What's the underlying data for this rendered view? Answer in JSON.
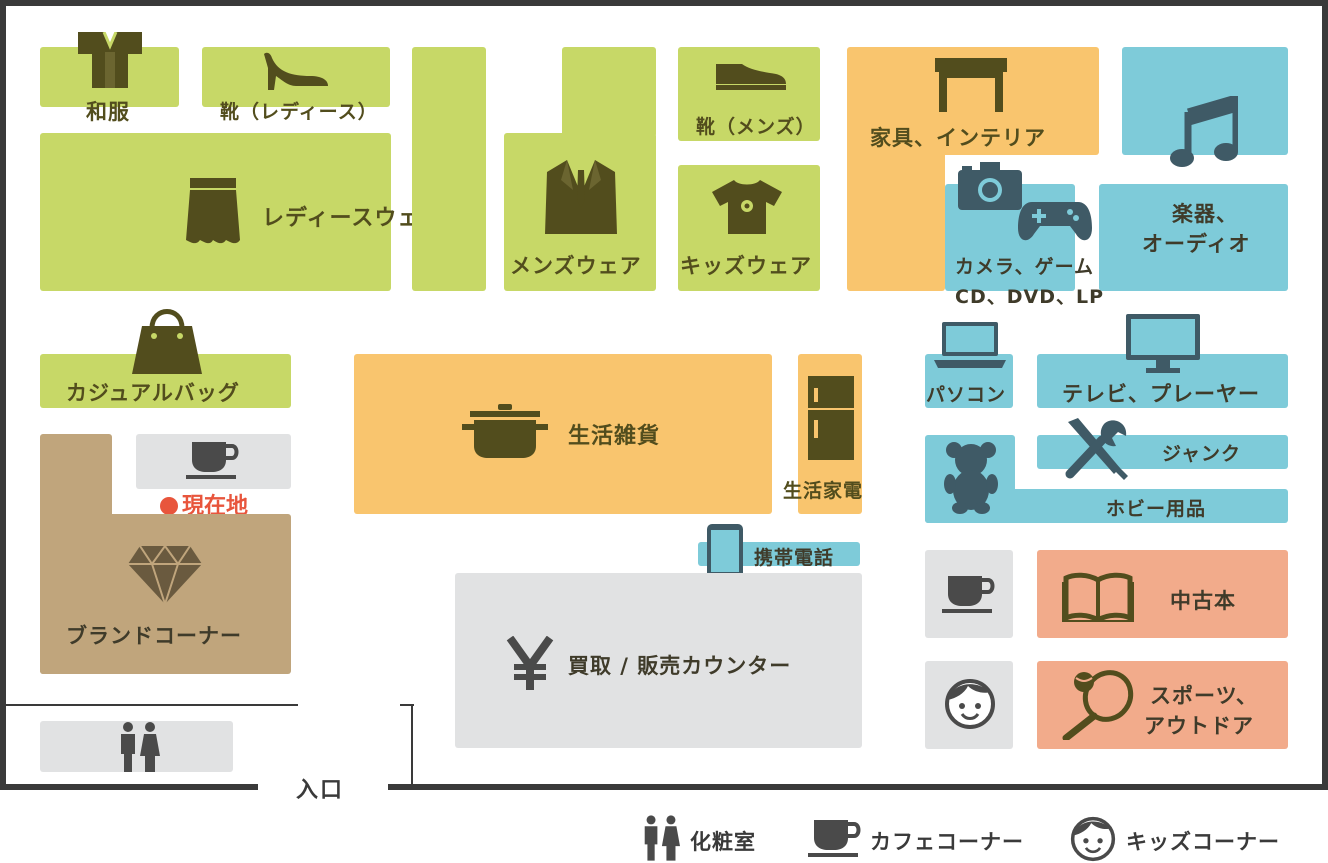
{
  "areas": {
    "wafuku": "和服",
    "shoes_ladies": "靴（レディース）",
    "shoes_mens": "靴（メンズ）",
    "ladies_wear": "レディースウェア",
    "mens_wear": "メンズウェア",
    "kids_wear": "キッズウェア",
    "furniture": "家具、インテリア",
    "instruments": [
      "楽器、",
      "オーディオ"
    ],
    "camera_game": [
      "カメラ、ゲーム",
      "CD、DVD、LP"
    ],
    "casual_bag": "カジュアルバッグ",
    "daily_goods": "生活雑貨",
    "appliances": "生活家電",
    "pc": "パソコン",
    "tv": "テレビ、プレーヤー",
    "junk": "ジャンク",
    "hobby": "ホビー用品",
    "mobile": "携帯電話",
    "counter": "買取 / 販売カウンター",
    "brand": "ブランドコーナー",
    "used_books": "中古本",
    "sports": [
      "スポーツ、",
      "アウトドア"
    ]
  },
  "current_location": "現在地",
  "entrance": "入口",
  "legend": {
    "restroom": "化粧室",
    "cafe": "カフェコーナー",
    "kids": "キッズコーナー"
  },
  "colors": {
    "fashion": "#c7d867",
    "home": "#f9c56e",
    "electronics": "#7ecbd9",
    "leisure": "#f2ab8b",
    "service": "#e1e2e3",
    "brand": "#c0a57c",
    "current_location": "#e8553c"
  },
  "icons": [
    "kimono-icon",
    "high-heel-icon",
    "mens-shoe-icon",
    "skirt-icon",
    "suit-icon",
    "tshirt-icon",
    "table-icon",
    "music-note-icon",
    "camera-icon",
    "gamepad-icon",
    "handbag-icon",
    "pot-icon",
    "fridge-icon",
    "laptop-icon",
    "monitor-icon",
    "tools-icon",
    "teddy-bear-icon",
    "smartphone-icon",
    "yen-icon",
    "diamond-icon",
    "book-icon",
    "racket-icon",
    "coffee-cup-icon",
    "kid-face-icon",
    "restroom-icon"
  ]
}
